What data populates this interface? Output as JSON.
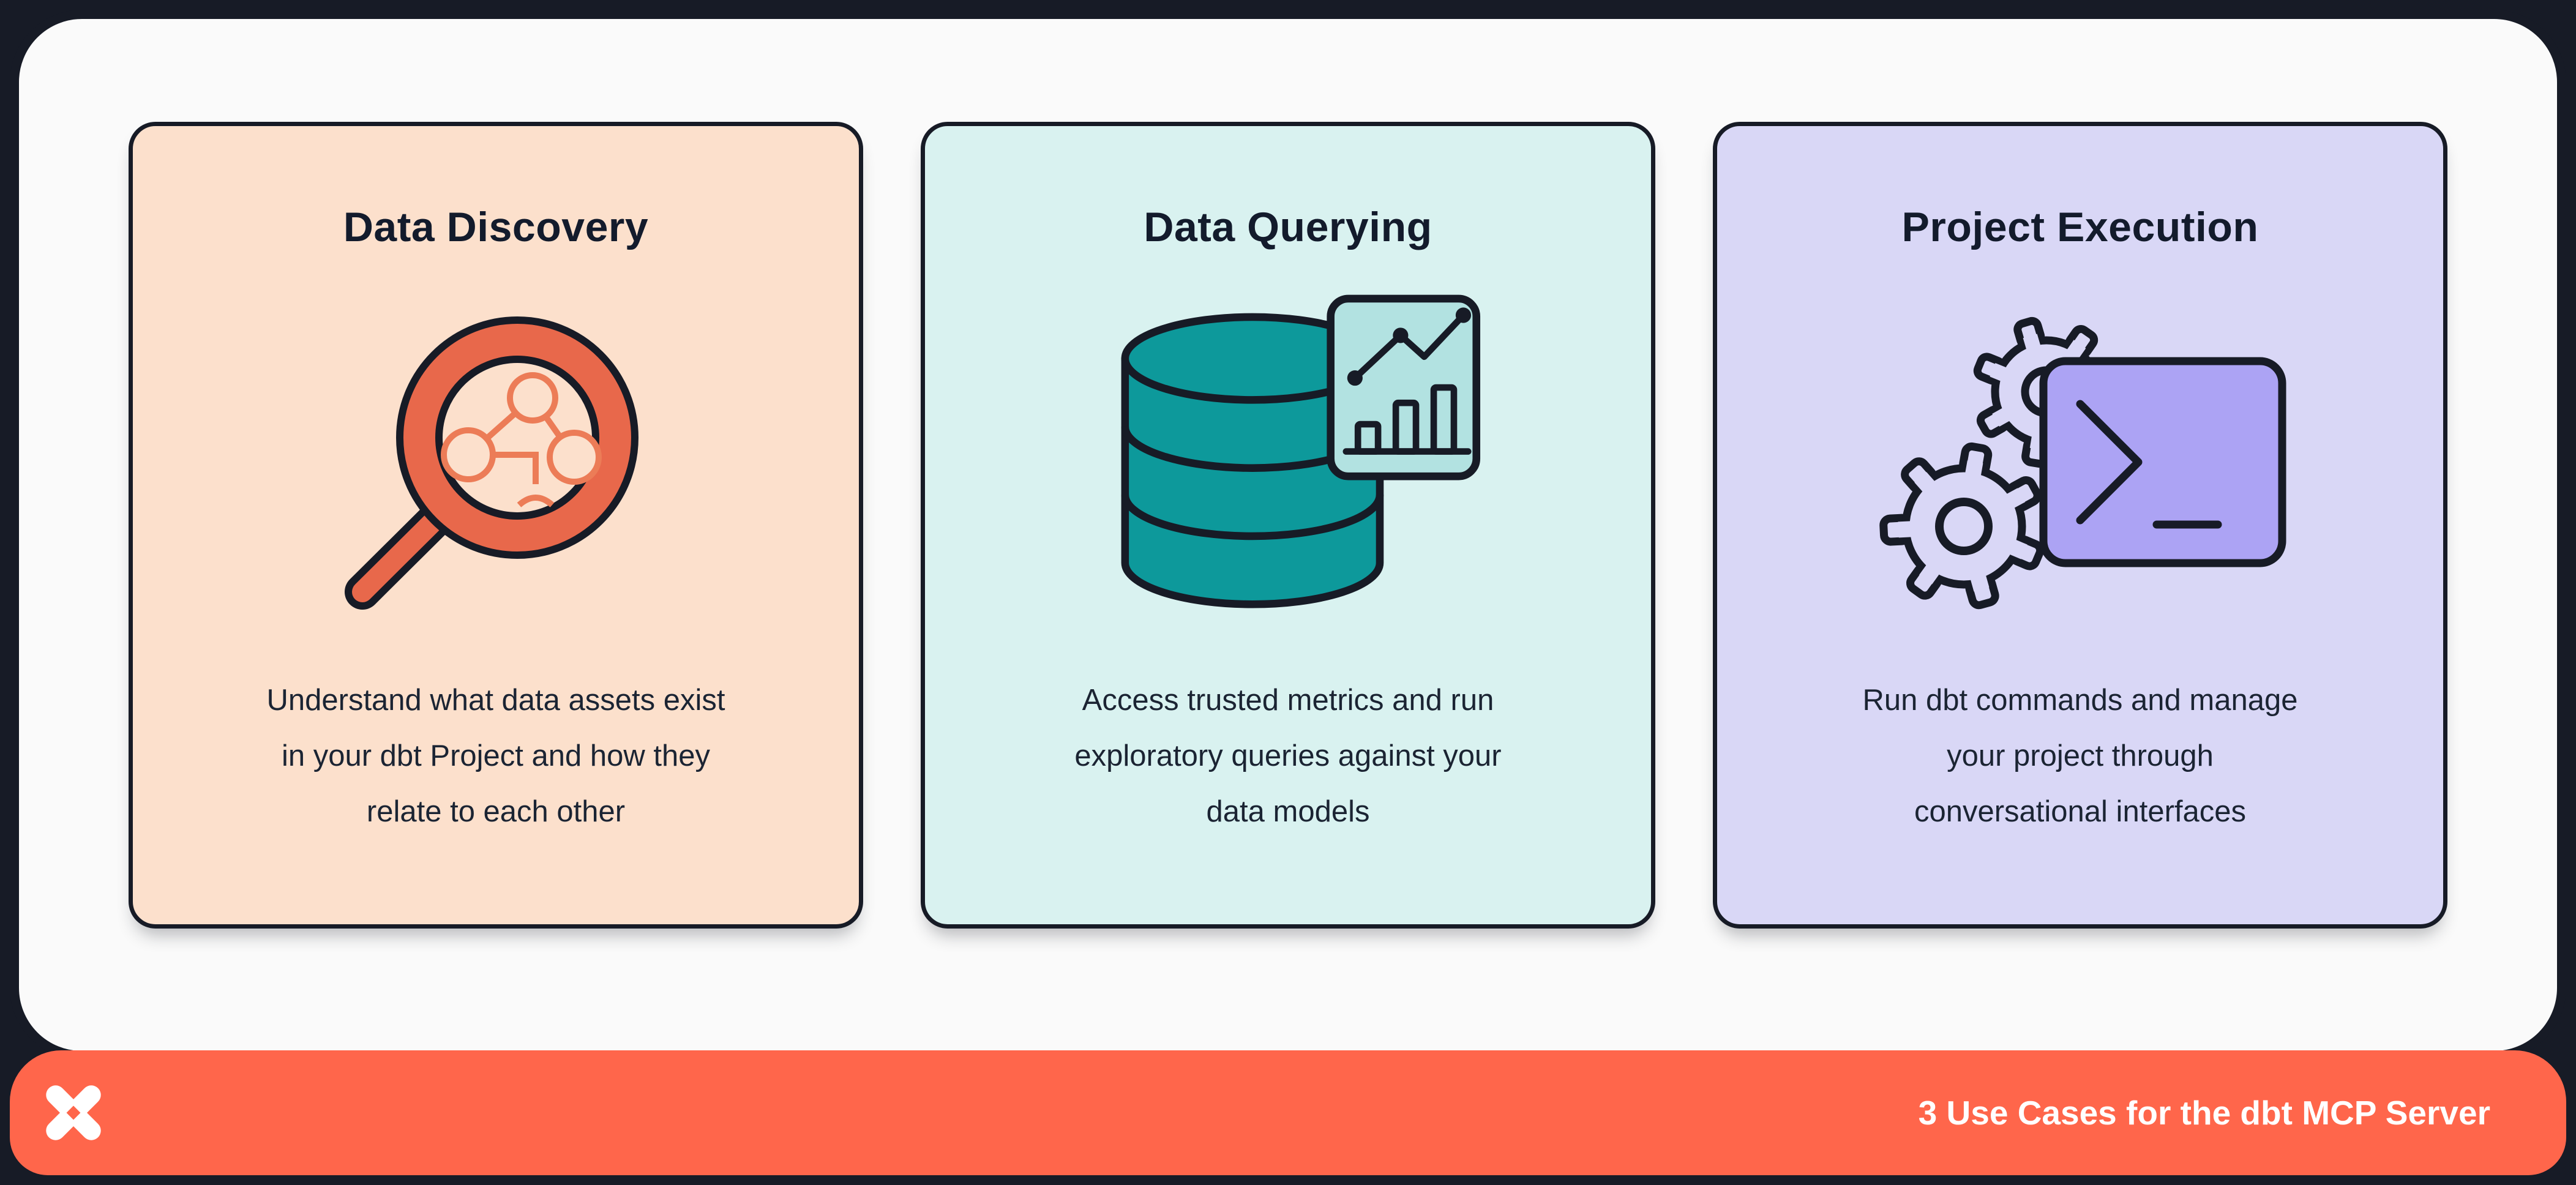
{
  "page": {
    "background": "#171B26",
    "panel_background": "#FAFAFA",
    "outline_color": "#171B26"
  },
  "cards": [
    {
      "title": "Data Discovery",
      "icon": "magnifier-lineage-icon",
      "background": "#FCE0CC",
      "accent": "#E8684B",
      "description_lines": [
        "Understand what data assets exist",
        "in your dbt Project and how they",
        "relate to each other"
      ]
    },
    {
      "title": "Data Querying",
      "icon": "database-chart-icon",
      "background": "#D9F2F0",
      "accent": "#0D999B",
      "description_lines": [
        "Access trusted metrics and run",
        "exploratory queries against your",
        "data models"
      ]
    },
    {
      "title": "Project Execution",
      "icon": "gears-terminal-icon",
      "background": "#D9D7F6",
      "accent": "#ACA3F4",
      "description_lines": [
        "Run dbt commands and manage",
        "your project through",
        "conversational interfaces"
      ]
    }
  ],
  "footer": {
    "title": "3 Use Cases for the dbt MCP Server",
    "logo": "dbt-logo",
    "background": "#FF664B",
    "text_color": "#FFFFFF"
  }
}
